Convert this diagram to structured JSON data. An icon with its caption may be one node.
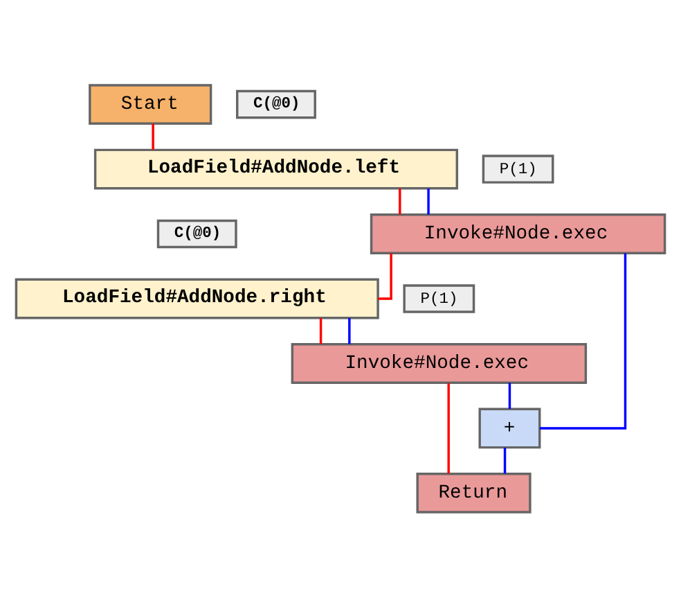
{
  "diagram": {
    "nodes": [
      {
        "text": [
          "Start"
        ]
      },
      {
        "text": [
          "LoadField#AddNode.left"
        ]
      },
      {
        "text": [
          "C(@0)"
        ]
      },
      {
        "text": [
          "Invoke#Node.exec"
        ]
      },
      {
        "text": [
          "P(1)"
        ]
      },
      {
        "text": [
          "LoadField#AddNode.right"
        ]
      },
      {
        "text": [
          "C(@0)"
        ]
      },
      {
        "text": [
          "Invoke#Node.exec"
        ]
      },
      {
        "text": [
          "P(1)"
        ]
      },
      {
        "text": [
          "+"
        ]
      },
      {
        "text": [
          "Return"
        ]
      }
    ],
    "edges": [
      {
        "from": 0,
        "to": 1,
        "arrow": "none",
        "color": "#ff0000"
      },
      {
        "from": 1,
        "to": 3,
        "arrow": "none",
        "color": "#ff0000"
      },
      {
        "from": 1,
        "to": 3,
        "arrow": "none",
        "color": "#0000ff"
      },
      {
        "from": 3,
        "to": 5,
        "arrow": "none",
        "color": "#ff0000"
      },
      {
        "from": 3,
        "to": 9,
        "arrow": "none",
        "color": "#0000ff"
      },
      {
        "from": 5,
        "to": 7,
        "arrow": "none",
        "color": "#ff0000"
      },
      {
        "from": 5,
        "to": 7,
        "arrow": "none",
        "color": "#0000ff"
      },
      {
        "from": 7,
        "to": 9,
        "arrow": "none",
        "color": "#0000ff"
      },
      {
        "from": 7,
        "to": 10,
        "arrow": "none",
        "color": "#ff0000"
      },
      {
        "from": 9,
        "to": 10,
        "arrow": "none",
        "color": "#0000ff"
      }
    ]
  }
}
